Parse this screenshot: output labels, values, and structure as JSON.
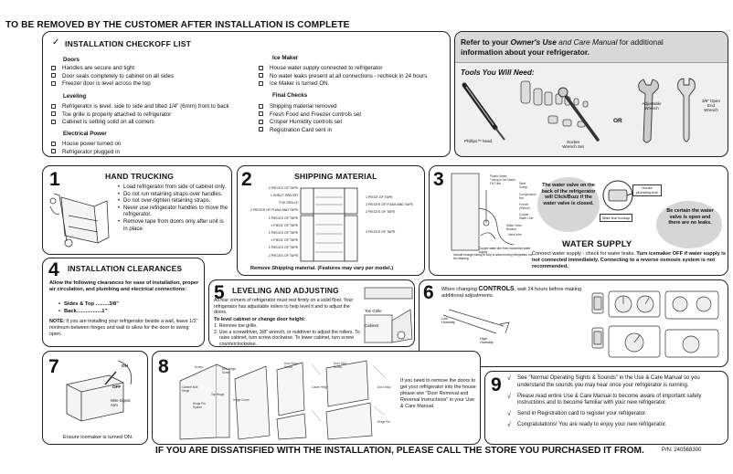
{
  "header": {
    "title": "TO BE REMOVED BY THE CUSTOMER AFTER INSTALLATION IS COMPLETE"
  },
  "footer": {
    "text": "IF YOU ARE DISSATISFIED WITH THE INSTALLATION, PLEASE CALL THE STORE YOU PURCHASED IT FROM.",
    "part_number": "P/N: 240568300"
  },
  "checklist": {
    "title": "INSTALLATION CHECKOFF LIST",
    "left": [
      {
        "heading": "Doors",
        "items": [
          "Handles are secure and tight",
          "Door seals completely to cabinet on all sides",
          "Freezer door is level across the top"
        ]
      },
      {
        "heading": "Leveling",
        "items": [
          "Refrigerator is level, side to side and tilted 1/4\" (6mm) front to back",
          "Toe grille is properly attached to refrigerator",
          "Cabinet is setting solid on all corners"
        ]
      },
      {
        "heading": "Electrical Power",
        "items": [
          "House power turned on",
          "Refrigerator plugged in"
        ]
      }
    ],
    "right": [
      {
        "heading": "Ice Maker",
        "items": [
          "House water supply connected to refrigerator",
          "No water leaks present at all connections - recheck in 24 hours",
          "Ice Maker is turned ON."
        ]
      },
      {
        "heading": "Final Checks",
        "items": [
          "Shipping material removed",
          "Fresh Food and Freezer controls set",
          "Crisper Humidity controls set",
          "Registration Card sent in"
        ]
      }
    ]
  },
  "refer": {
    "line1a": "Refer to your ",
    "line1b": "Owner's Use",
    "line1c": " and Care Manual",
    "line1d": " for additional",
    "line2": "information about your refrigerator."
  },
  "tools": {
    "title": "Tools You Will Need:",
    "phillips": "Phillips™ head",
    "socket": "Socket Wrench Set",
    "or": "OR",
    "adjustable": "Adjustable Wrench",
    "open_end": "3/8\" Open End Wrench"
  },
  "step1": {
    "number": "1",
    "title": "HAND TRUCKING",
    "bullets": [
      "Load refrigerator from side of cabinet only.",
      "Do not run retaining straps over handles.",
      "Do not over-tighten retaining straps.",
      "Never use refrigerator handles to move the refrigerator.",
      "Remove tape from doors only after unit is in place."
    ]
  },
  "step2": {
    "number": "2",
    "title": "SHIPPING MATERIAL",
    "caption": "Remove Shipping material. (Features may vary per model.)",
    "left_labels": [
      "2 PIECES OF TAPE",
      "1 SHELF SPACER",
      "TOE GRILLE",
      "2 PIECES OF FOAM AND TAPE",
      "2 PIECES OF TAPE",
      "1 PIECE OF TAPE",
      "2 PIECES OF TAPE",
      "1 PIECE OF TAPE",
      "2 PIECES OF TAPE",
      "2 PIECES OF TAPE"
    ],
    "right_labels": [
      "1 PIECE OF TAPE",
      "2 PIECES OF FOAM AND TAPE",
      "2 PIECES OF TAPE",
      "2 PIECES OF TAPE"
    ]
  },
  "step3": {
    "number": "3",
    "title": "WATER SUPPLY",
    "bubble1": "The water valve on the back of the refrigerator will Click/Buzz if the water valve is closed.",
    "bubble2": "Be certain the water valve is open and there are no leaks.",
    "house_plumbing": "House plumbing line",
    "male_line": "Male line hookup",
    "diagram_labels": [
      "Plastic Water Tubing to Ice Maker Fill Tube",
      "Steel Clamp",
      "Compression Nut",
      "Ferrule (Sleeve)",
      "Copper Water Line",
      "Water Valve",
      "Bracket",
      "Valve Inlet",
      "Copper water line from household water supply",
      "Include enough tubing to loop to allow moving refrigerator out for cleaning"
    ],
    "text_plain": "Connect water supply - check for water leaks. ",
    "text_bold": "Turn icemaker OFF if water supply is not connected immediately. Connecting to a reverse osmosis system is not recommended."
  },
  "step4": {
    "number": "4",
    "title": "INSTALLATION CLEARANCES",
    "intro": "Allow the following clearances for ease of installation, proper air circulation, and plumbing and electrical connections:",
    "sides": "Sides & Top .........3/8\"",
    "back": "Back.................1\"",
    "note_label": "NOTE:",
    "note": " If you are installing your refrigerator beside a wall, leave 1/2\" minimum between hinges and wall to allow for the door to swing open."
  },
  "step5": {
    "number": "5",
    "title": "LEVELING AND ADJUSTING",
    "intro": "All four corners of refrigerator must rest firmly on a solid floor. Your refrigerator has adjustable rollers to help level it and to adjust the doors.",
    "sub": "To level cabinet or change door height:",
    "steps": [
      "1. Remove toe grille.",
      "2. Use a screwdriver, 3/8\" wrench, or nutdriver to adjust the rollers. To raise cabinet, turn screw clockwise. To lower cabinet, turn screw counterclockwise."
    ],
    "toe_grille": "Toe Grille",
    "cabinet": "Cabinet"
  },
  "step6": {
    "number": "6",
    "text_a": "When changing ",
    "text_b": "CONTROLS",
    "text_c": ", wait 24 hours before making additional adjustments.",
    "low_humidity": "Low Humidity",
    "high_humidity": "High Humidity"
  },
  "step7": {
    "number": "7",
    "on": "ON",
    "off": "OFF",
    "wire_arm": "Wire Signal Arm",
    "caption": "Ensure icemaker is turned ON."
  },
  "step8": {
    "number": "8",
    "text": "If you need to remove the doors to get your refrigerator into the house please see \"Door Removal and Reversal Instructions\" in your Use & Care Manual."
  },
  "step9": {
    "number": "9",
    "items": [
      "See \"Normal Operating Sights & Sounds\" in the Use & Care Manual so you understand the sounds you may hear once your refrigerator is running.",
      "Please read entire Use & Care Manual to become aware of important safety instructions and to become familiar with your new refrigerator.",
      "Send in Registration card to register your refrigerator.",
      "Congratulations! You are ready to enjoy your new refrigerator."
    ]
  }
}
